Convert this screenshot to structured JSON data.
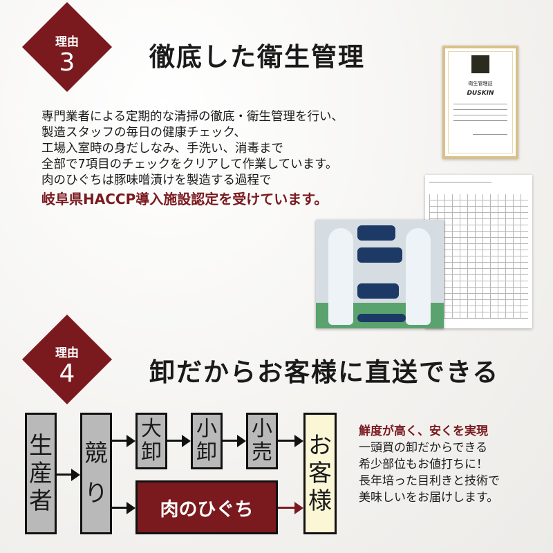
{
  "reason3": {
    "badge_label": "理由",
    "badge_number": "3",
    "heading": "徹底した衛生管理",
    "paragraph_lines": [
      "専門業者による定期的な清掃の徹底・衛生管理を行い、",
      "製造スタッフの毎日の健康チェック、",
      "工場入室時の身だしなみ、手洗い、消毒まで",
      "全部で7項目のチェックをクリアして作業しています。",
      "肉のひぐちは豚味噌漬けを製造する過程で"
    ],
    "highlight": "岐阜県HACCP導入施設認定を受けています。",
    "certificate": {
      "title": "衛生管理証",
      "brand": "DUSKIN"
    }
  },
  "reason4": {
    "badge_label": "理由",
    "badge_number": "4",
    "heading": "卸だからお客様に直送できる",
    "flow": {
      "producer": "生産者",
      "auction": "競り",
      "wholesale_large": "大卸",
      "wholesale_small": "小卸",
      "retail": "小売",
      "customer": "お客様",
      "company": "肉のひぐち"
    },
    "side_lead": "鮮度が高く、安くを実現",
    "side_lines": [
      "一頭買の卸だからできる",
      "希少部位もお値打ちに！",
      "長年培った目利きと技術で",
      "美味しいをお届けします。"
    ]
  },
  "colors": {
    "accent": "#7a1a1f",
    "box_gray": "#b9b9b9",
    "customer_bg": "#fbf7d6"
  }
}
